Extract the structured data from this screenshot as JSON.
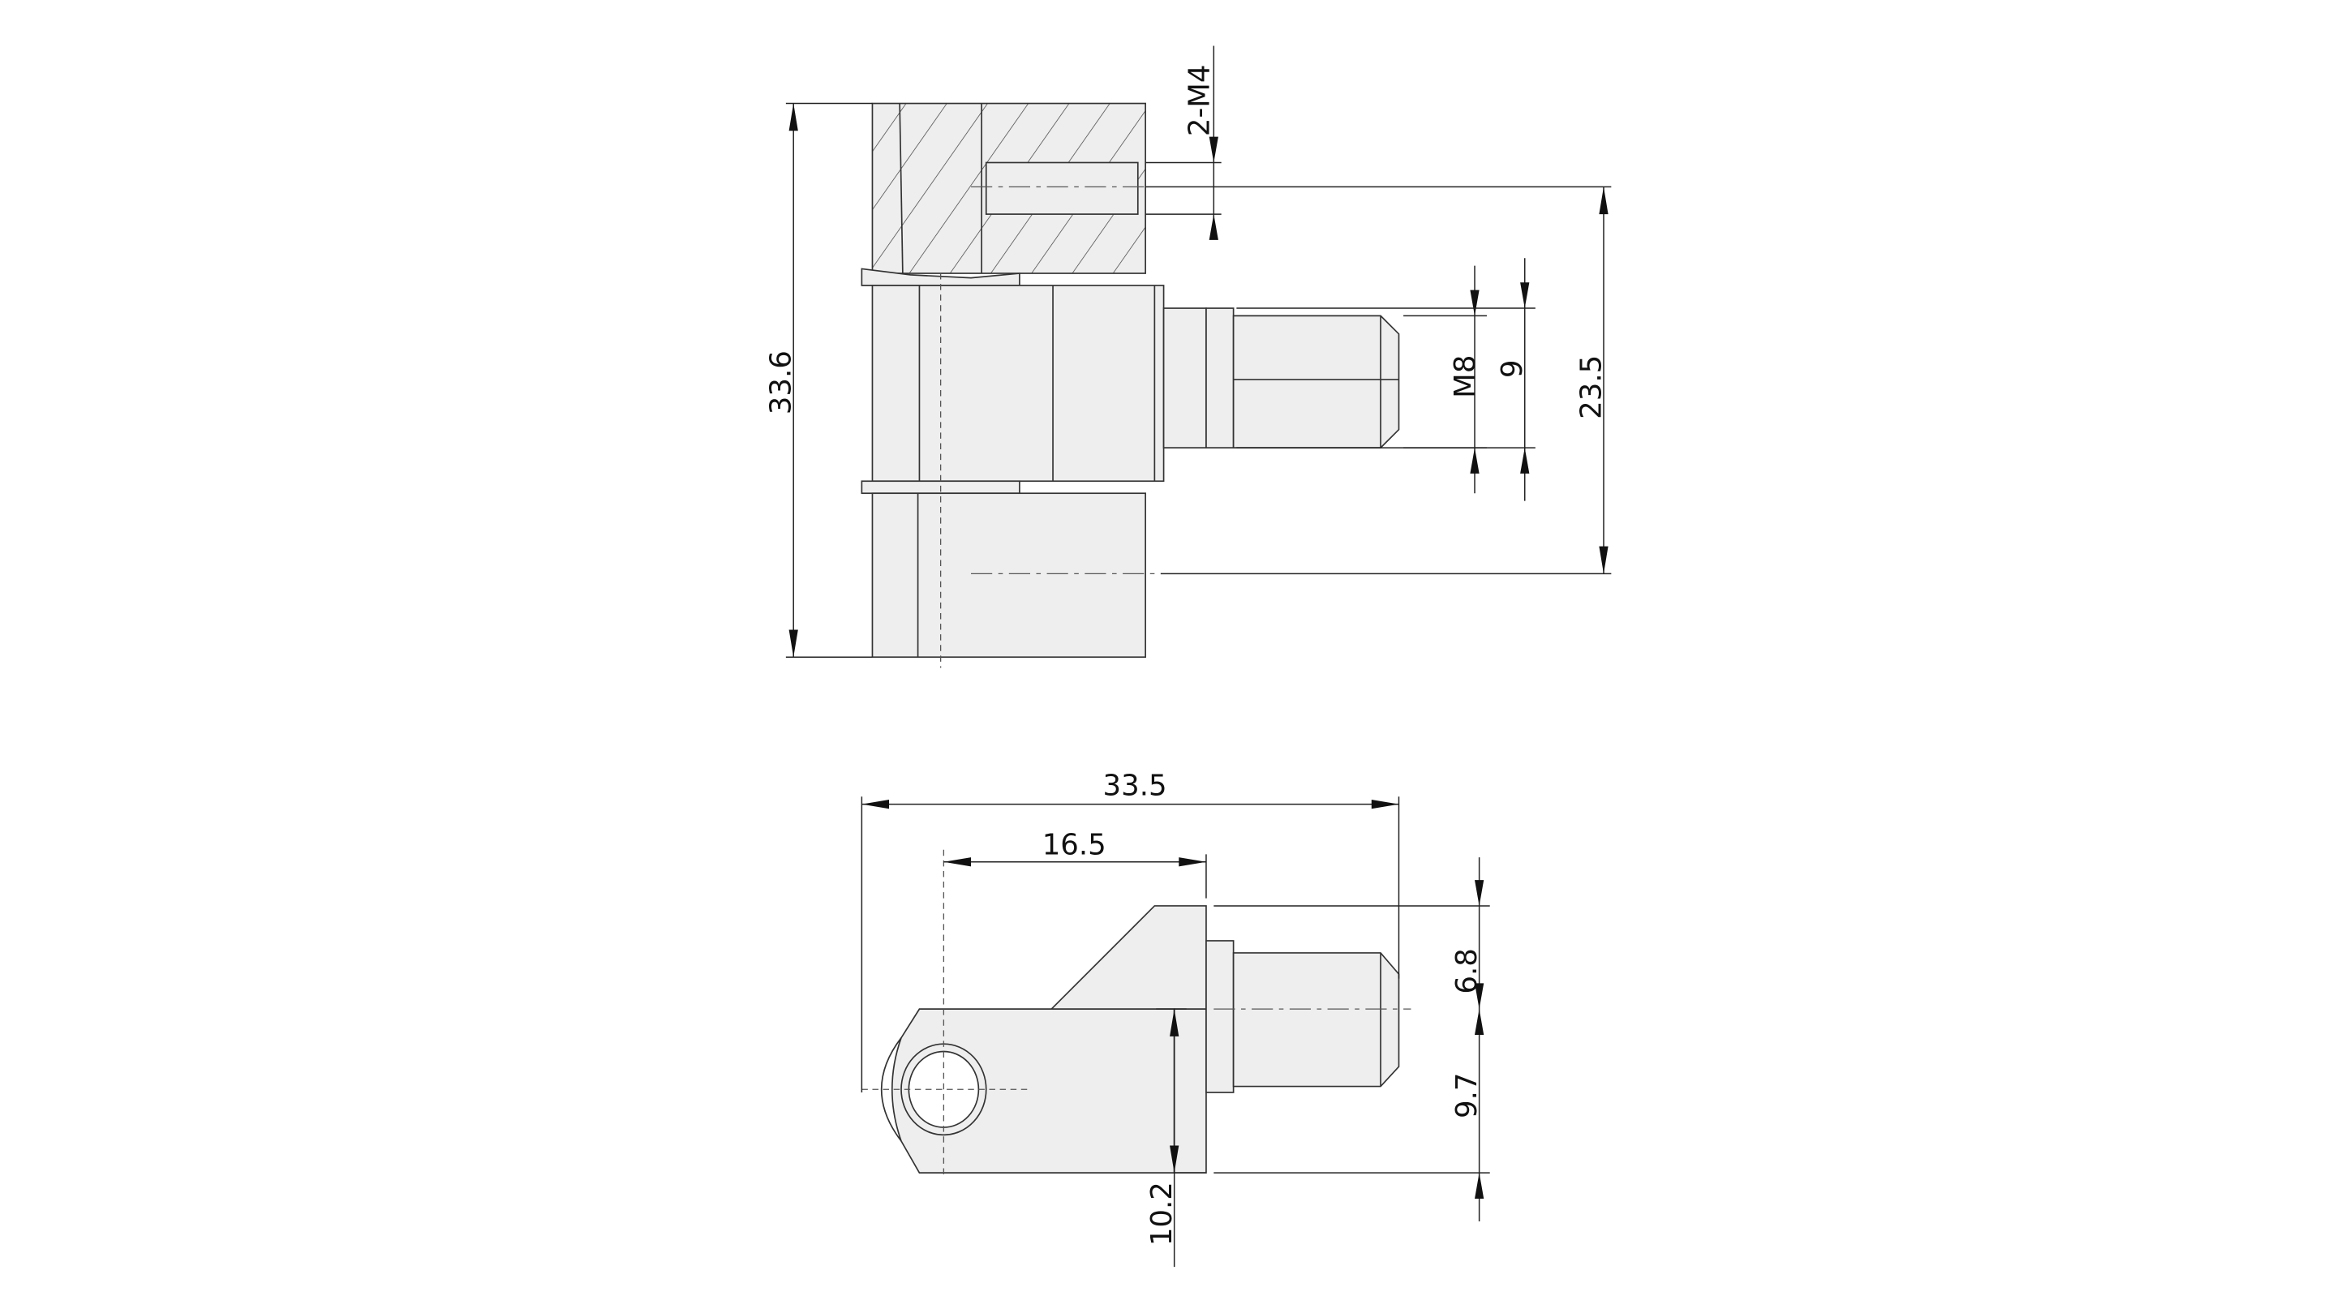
{
  "drawing": {
    "top_view": {
      "dimensions": {
        "overall_height": "33.6",
        "tapped_holes": "2-M4",
        "center_distance": "23.5",
        "thread": "M8",
        "collar_diameter": "9"
      }
    },
    "bottom_view": {
      "dimensions": {
        "overall_length": "33.5",
        "eye_to_flange": "16.5",
        "upper_offset": "6.8",
        "lower_offset": "9.7",
        "eye_height": "10.2"
      }
    },
    "colors": {
      "part_fill": "#eeeeee",
      "line": "#333333"
    }
  }
}
